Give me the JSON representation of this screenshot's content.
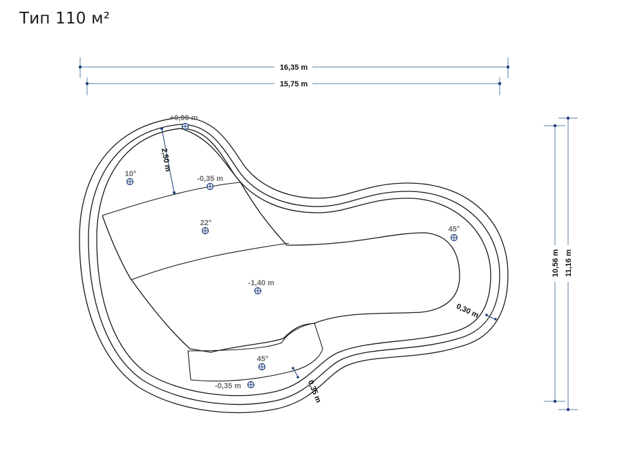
{
  "title": "Тип 110 м²",
  "dimensions": {
    "outer_width": "16,35 m",
    "inner_width": "15,75 m",
    "inner_height": "10,56 m",
    "outer_height": "11,16 m",
    "step_width": "2,50 m",
    "wall_right": "0,30 m",
    "wall_bottom": "0,35 m"
  },
  "markers": {
    "top_level": "+0,00 m",
    "shelf_top": "-0,35 m",
    "angle_left": "10°",
    "angle_middle": "22°",
    "angle_right": "45°",
    "deep": "-1,40 m",
    "angle_bottom": "45°",
    "shelf_bottom": "-0,35 m"
  }
}
